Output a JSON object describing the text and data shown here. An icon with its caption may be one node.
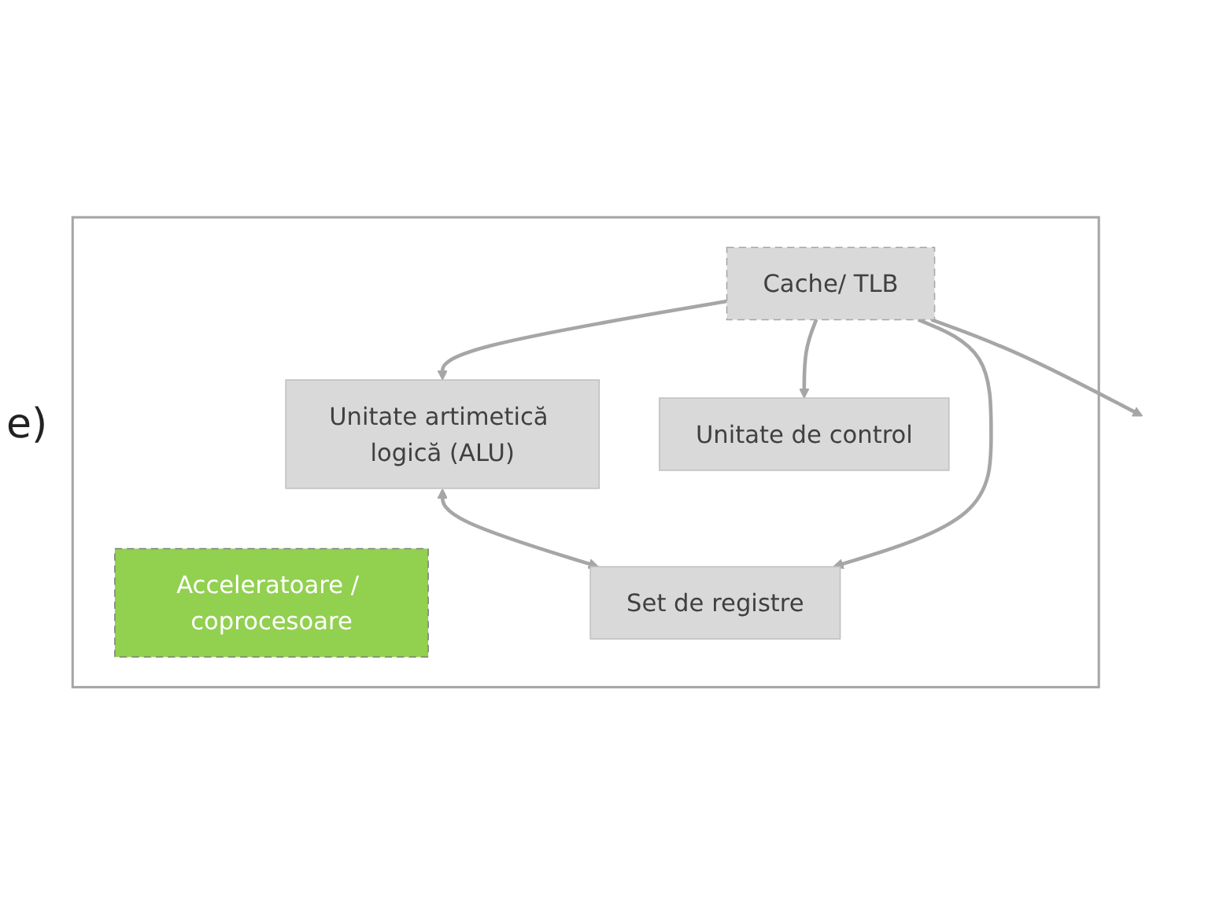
{
  "diagram": {
    "nodes": [
      {
        "text": [],
        "shape": "box"
      },
      {
        "text": [
          "Acceleratoare / coprocesoare"
        ],
        "in": 0
      },
      {
        "text": [
          "Unitate artimetică logică (ALU)"
        ],
        "in": 0
      },
      {
        "text": [
          "Set de registre"
        ],
        "in": 0
      },
      {
        "text": [
          "Unitate de control"
        ],
        "in": 0
      },
      {
        "text": [
          "Cache/ TLB"
        ],
        "in": 0
      }
    ],
    "edges": [
      {
        "from": 2,
        "to": 3,
        "arrow": "both"
      },
      {
        "from": 5,
        "to": 2,
        "arrow": "to"
      },
      {
        "from": 5,
        "to": 3,
        "arrow": "to"
      },
      {
        "from": 5,
        "to": 4,
        "arrow": "to"
      },
      {
        "from": 5,
        "to": null,
        "arrow": "to"
      }
    ],
    "labels": [
      "e)"
    ]
  }
}
